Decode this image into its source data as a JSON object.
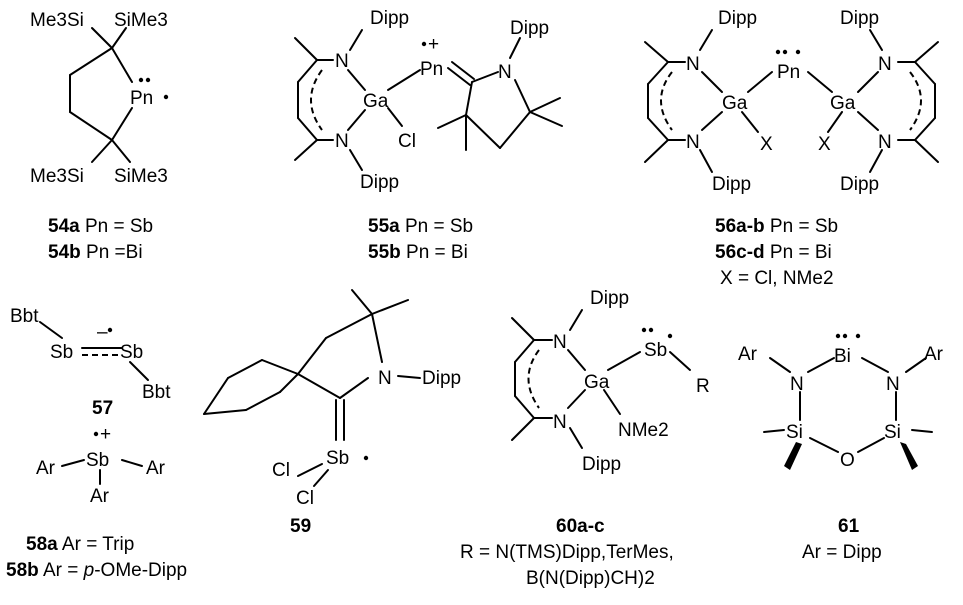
{
  "compounds": {
    "c54": {
      "atoms": {
        "me3si_top": "Me3Si",
        "sime3_top": "SiMe3",
        "pn": "Pn",
        "me3si_bot": "Me3Si",
        "sime3_bot": "SiMe3"
      },
      "caption": [
        {
          "id": "54a",
          "rest": " Pn = Sb"
        },
        {
          "id": "54b",
          "rest": " Pn =Bi"
        }
      ]
    },
    "c55": {
      "atoms": {
        "dipp1": "Dipp",
        "n1": "N",
        "ga": "Ga",
        "n2": "N",
        "cl": "Cl",
        "dipp2": "Dipp",
        "pn": "Pn",
        "charge": "+",
        "n3": "N",
        "dipp3": "Dipp"
      },
      "caption": [
        {
          "id": "55a",
          "rest": " Pn = Sb"
        },
        {
          "id": "55b",
          "rest": " Pn = Bi"
        }
      ]
    },
    "c56": {
      "atoms": {
        "dipp1": "Dipp",
        "dipp2": "Dipp",
        "n1": "N",
        "n2": "N",
        "ga1": "Ga",
        "ga2": "Ga",
        "pn": "Pn",
        "x1": "X",
        "x2": "X",
        "n3": "N",
        "n4": "N",
        "dipp3": "Dipp",
        "dipp4": "Dipp"
      },
      "caption": [
        {
          "id": "56a-b",
          "rest": " Pn = Sb"
        },
        {
          "id": "56c-d",
          "rest": " Pn = Bi"
        }
      ],
      "note": "X = Cl, NMe2"
    },
    "c57": {
      "atoms": {
        "bbt1": "Bbt",
        "sb1": "Sb",
        "sb2": "Sb",
        "bbt2": "Bbt",
        "charge": "–"
      },
      "id": "57"
    },
    "c58": {
      "atoms": {
        "ar1": "Ar",
        "sb": "Sb",
        "ar2": "Ar",
        "ar3": "Ar",
        "charge": "+"
      },
      "caption": [
        {
          "id": "58a",
          "rest": " Ar = Trip"
        },
        {
          "id": "58b",
          "rest_pre": " Ar = ",
          "italic": "p",
          "rest_post": "-OMe-Dipp"
        }
      ]
    },
    "c59": {
      "atoms": {
        "n": "N",
        "dipp": "Dipp",
        "sb": "Sb",
        "cl1": "Cl",
        "cl2": "Cl"
      },
      "id": "59"
    },
    "c60": {
      "atoms": {
        "dipp1": "Dipp",
        "n1": "N",
        "ga": "Ga",
        "sb": "Sb",
        "r": "R",
        "n2": "N",
        "nme2": "NMe2",
        "dipp2": "Dipp"
      },
      "id": "60a-c",
      "note1": "R = N(TMS)Dipp,TerMes,",
      "note2": "B(N(Dipp)CH)2"
    },
    "c61": {
      "atoms": {
        "ar1": "Ar",
        "n1": "N",
        "bi": "Bi",
        "n2": "N",
        "ar2": "Ar",
        "si1": "Si",
        "o": "O",
        "si2": "Si"
      },
      "id": "61",
      "note": "Ar = Dipp"
    }
  }
}
